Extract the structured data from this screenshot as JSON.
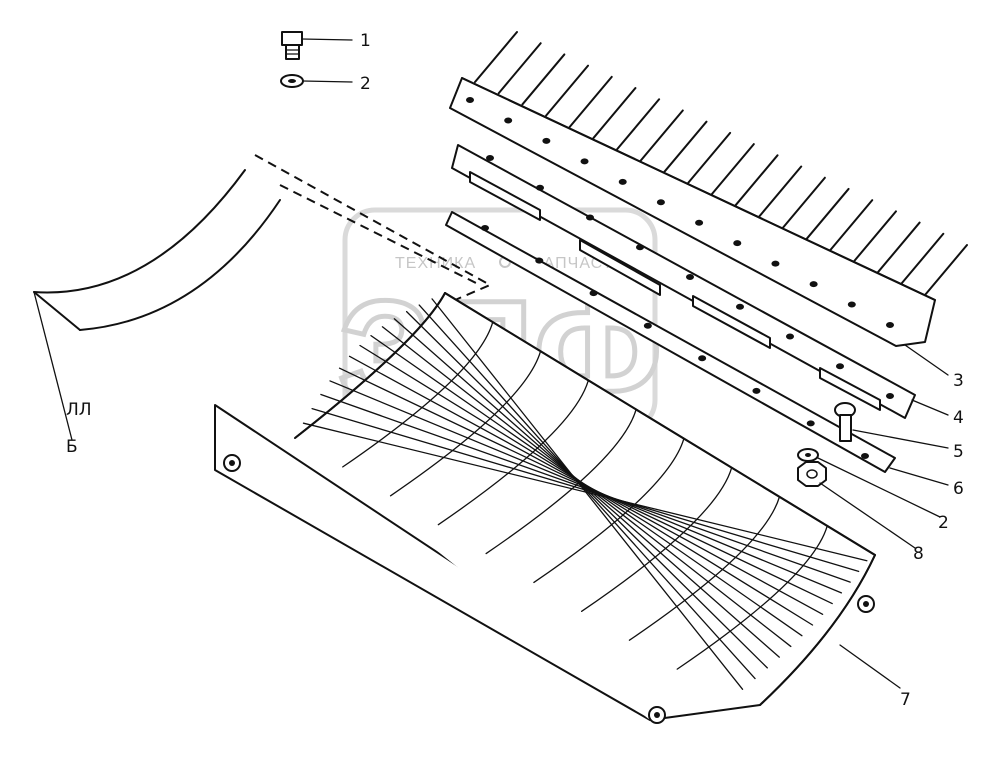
{
  "watermark": {
    "text_left": "ТЕХНИКА",
    "text_right": "ЗАПЧАСТИ",
    "logo": "ЗЛФ",
    "color": "#c6c6c6"
  },
  "callouts": [
    {
      "id": "callout-1-bolt",
      "label": "1"
    },
    {
      "id": "callout-2-washer-top",
      "label": "2"
    },
    {
      "id": "callout-3-tooth-bar",
      "label": "3"
    },
    {
      "id": "callout-4-strip",
      "label": "4"
    },
    {
      "id": "callout-5-bolt",
      "label": "5"
    },
    {
      "id": "callout-6-plate",
      "label": "6"
    },
    {
      "id": "callout-2-washer-bottom",
      "label": "2"
    },
    {
      "id": "callout-8-nut",
      "label": "8"
    },
    {
      "id": "callout-7-concave",
      "label": "7"
    }
  ],
  "side_labels": {
    "upper": "ЛЛ",
    "lower": "Б"
  },
  "line_color": "#111111"
}
